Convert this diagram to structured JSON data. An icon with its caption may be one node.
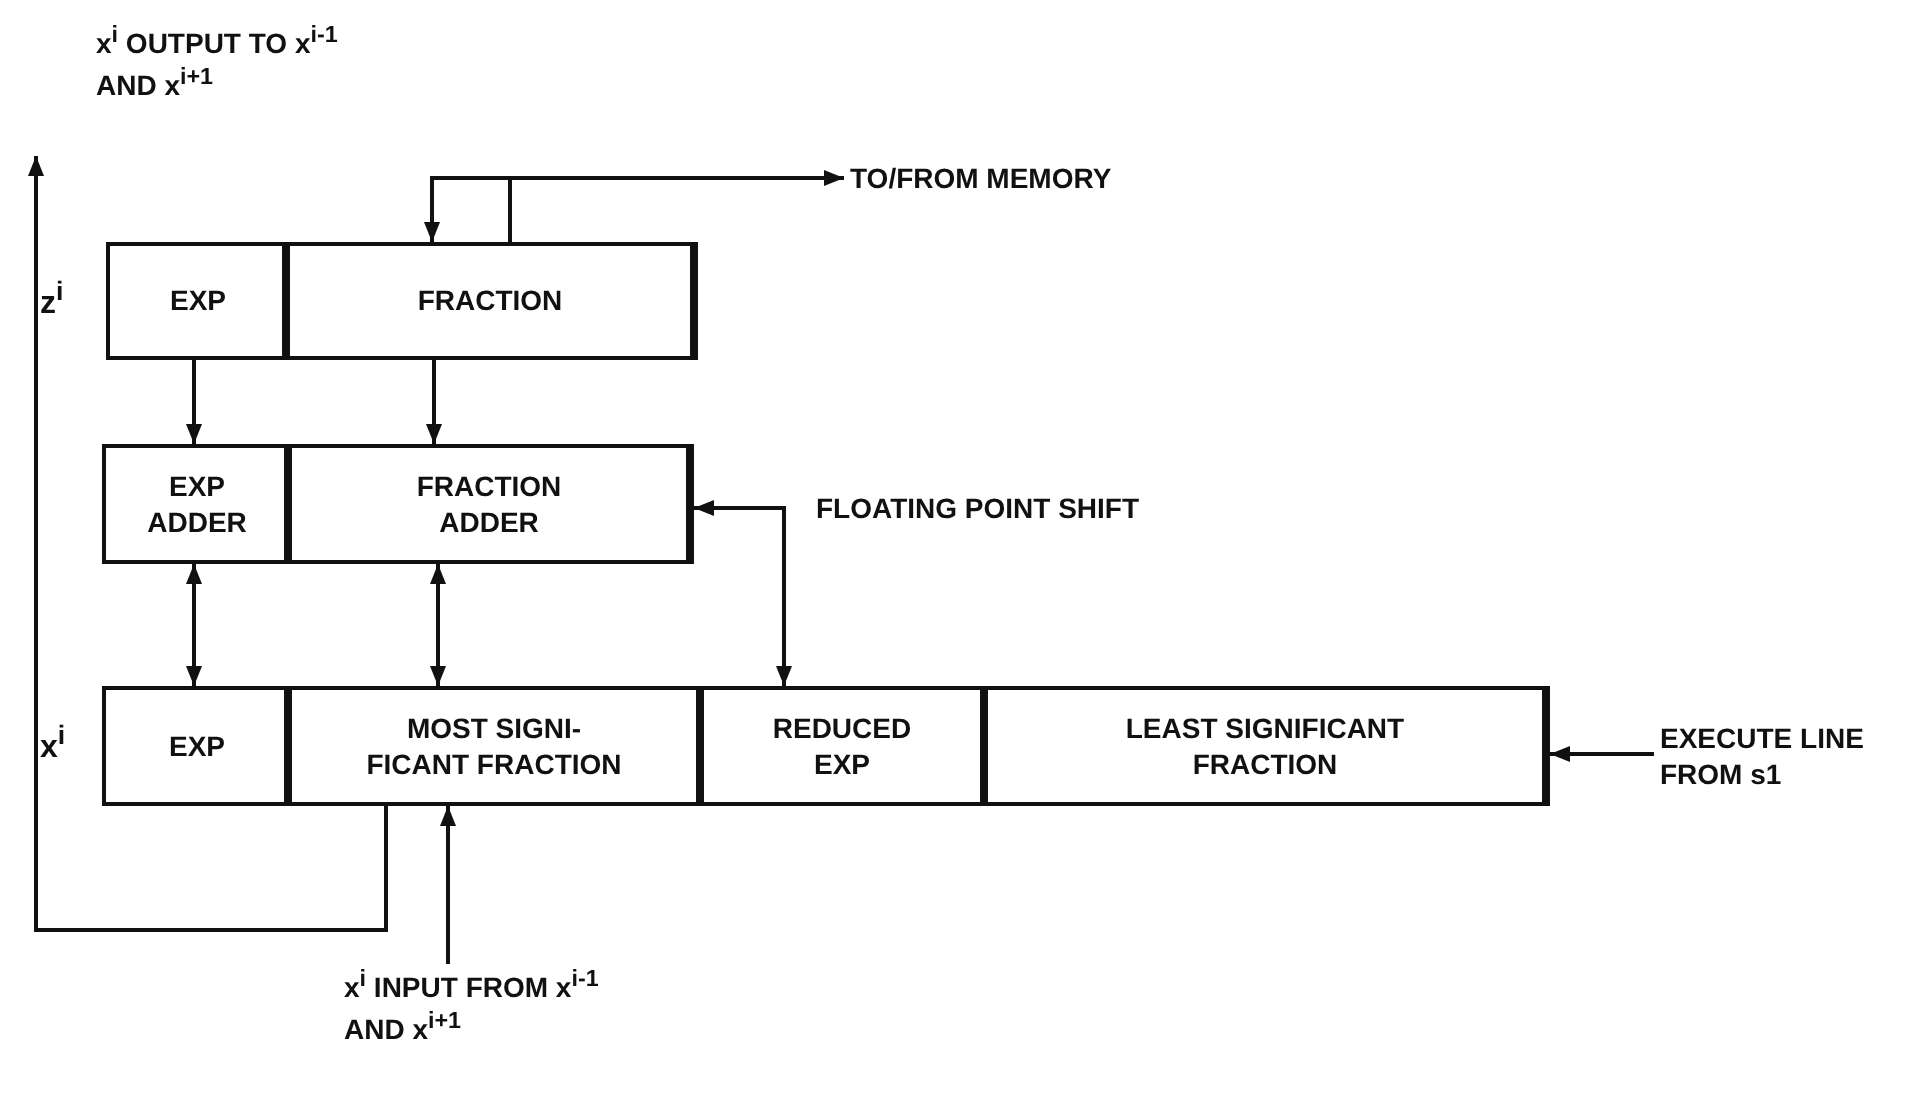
{
  "diagram": {
    "nodes": [
      {
        "text": [],
        "shape": "box",
        "beside": [
          "z$^{i}$"
        ]
      },
      {
        "text": [
          "EXP"
        ],
        "in": 0
      },
      {
        "text": [
          "FRACTION"
        ],
        "in": 0
      },
      {
        "text": [],
        "shape": "box"
      },
      {
        "text": [
          "EXP ADDER"
        ],
        "in": 3
      },
      {
        "text": [
          "FRACTION ADDER"
        ],
        "in": 3
      },
      {
        "text": [],
        "shape": "box",
        "beside": [
          "x$^{i}$"
        ]
      },
      {
        "text": [
          "EXP"
        ],
        "in": 6
      },
      {
        "text": [
          "MOST SIGNI- FICANT FRACTION"
        ],
        "in": 6
      },
      {
        "text": [
          "REDUCED EXP"
        ],
        "in": 6
      },
      {
        "text": [
          "LEAST SIGNIFICANT FRACTION"
        ],
        "in": 6
      },
      {
        "text": [
          "TO/FROM MEMORY"
        ]
      },
      {
        "text": [
          "EXECUTE LINE FROM s1"
        ]
      },
      {
        "text": [
          "x$^{i}$ INPUT FROM x$^{i-1}$ AND x$^{i+1}$"
        ]
      }
    ],
    "edges": [
      {
        "from": 11,
        "to": 2,
        "arrow": "to"
      },
      {
        "from": 2,
        "to": 11,
        "arrow": "to"
      },
      {
        "from": 1,
        "to": 4,
        "arrow": "to"
      },
      {
        "from": 2,
        "to": 5,
        "arrow": "to"
      },
      {
        "from": 4,
        "to": 7,
        "arrow": "both"
      },
      {
        "from": 5,
        "to": 8,
        "arrow": "both"
      },
      {
        "from": 5,
        "to": 9,
        "arrow": "both"
      },
      {
        "from": 8,
        "to": null,
        "arrow": "to"
      },
      {
        "from": 13,
        "to": 8,
        "arrow": "to"
      },
      {
        "from": 12,
        "to": 10,
        "arrow": "to"
      }
    ],
    "labels": [
      "x$^{i}$ OUTPUT TO x$^{i-1}$ AND x$^{i+1}$",
      "FLOATING POINT SHIFT"
    ]
  }
}
